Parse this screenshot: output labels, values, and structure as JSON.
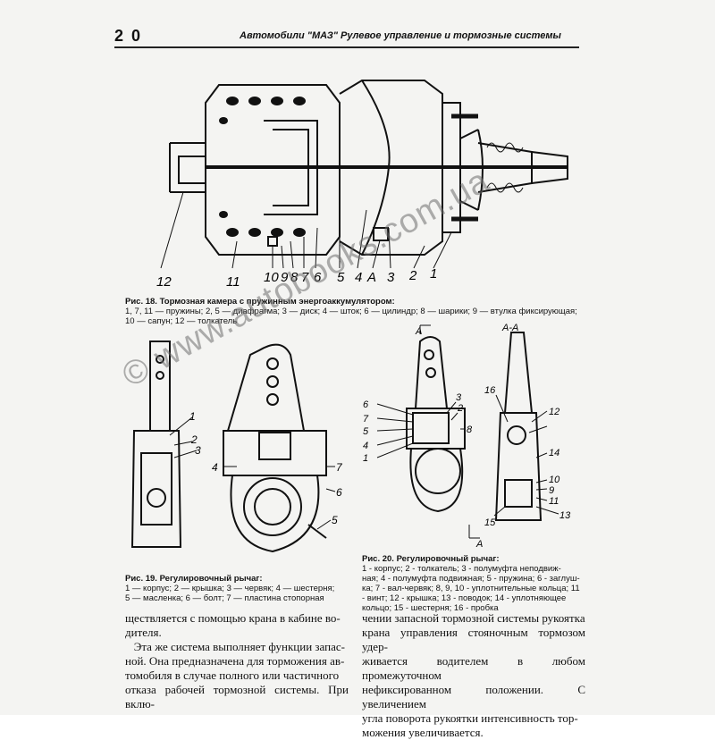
{
  "header": {
    "page_number": "2 0",
    "running_head": "Автомобили \"МАЗ\" Рулевое управление и тормозные системы"
  },
  "figure18": {
    "labels": [
      "12",
      "11",
      "10",
      "9",
      "8",
      "7",
      "6",
      "5",
      "4",
      "А",
      "3",
      "2",
      "1"
    ],
    "caption_title": "Рис. 18. Тормозная камера с пружинным энергоаккумулятором:",
    "caption_line1": "1, 7, 11 — пружины; 2, 5 — диафрагма; 3 — диск; 4 — шток; 6 — цилиндр; 8 — шарики; 9 — втулка фиксирующая;",
    "caption_line2": "10 — сапун; 12 — толкатель"
  },
  "figure19": {
    "labels": [
      "1",
      "2",
      "3",
      "4",
      "7",
      "6",
      "5"
    ],
    "caption_title": "Рис. 19. Регулировочный рычаг:",
    "caption_line1": "1 — корпус; 2 — крышка; 3 — червяк; 4 — шестерня;",
    "caption_line2": "5 — масленка; 6 — болт; 7 — пластина стопорная"
  },
  "figure20": {
    "labels": [
      "А",
      "А-А",
      "6",
      "7",
      "5",
      "4",
      "1",
      "3",
      "2",
      "8",
      "16",
      "12",
      "14",
      "10",
      "9",
      "11",
      "13",
      "15",
      "А"
    ],
    "caption_title": "Рис. 20. Регулировочный рычаг:",
    "caption_lines": [
      "1 - корпус; 2 - толкатель; 3 - полумуфта неподвиж-",
      "ная; 4 - полумуфта подвижная; 5 - пружина; 6 - заглуш-",
      "ка; 7 - вал-червяк; 8, 9, 10 - уплотнительные кольца; 11",
      "- винт; 12 - крышка; 13 - поводок; 14 - уплотняющее",
      "кольцо; 15 - шестерня; 16 - пробка"
    ]
  },
  "body": {
    "left_lines": [
      "ществляется с помощью крана в кабине во-",
      "дителя.",
      "   Эта же система выполняет функции запас-",
      "ной. Она предназначена для торможения ав-",
      "томобиля в случае полного или частичного",
      "отказа рабочей тормозной системы. При вклю-"
    ],
    "right_lines": [
      "чении запасной тормозной системы рукоятка",
      "крана управления стояночным тормозом удер-",
      "живается водителем в любом промежуточном",
      "нефиксированном положении. С увеличением",
      "угла поворота рукоятки интенсивность тор-",
      "можения увеличивается."
    ]
  },
  "watermark": "© www.autobooks.com.ua"
}
